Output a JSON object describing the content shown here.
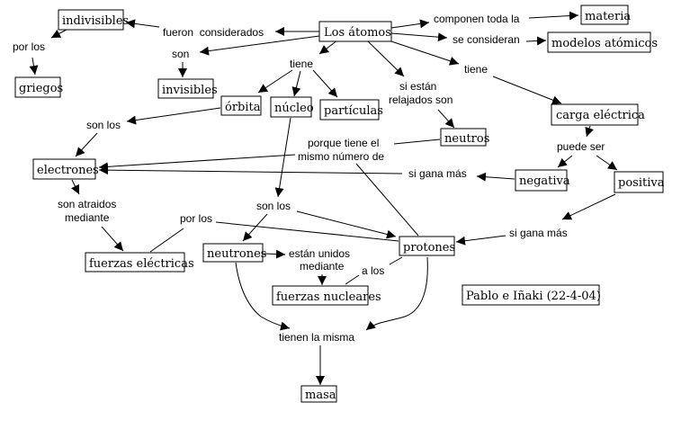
{
  "title": "Los átomos",
  "nodes": {
    "atomos": "Los átomos",
    "indivisibles": "indivisibles",
    "griegos": "griegos",
    "invisibles": "invisibles",
    "materia": "materia",
    "modelos": "modelos atómicos",
    "orbita": "órbita",
    "nucleo": "núcleo",
    "particulas": "partículas",
    "neutros": "neutros",
    "carga": "carga eléctrica",
    "electrones": "electrones",
    "negativa": "negativa",
    "positiva": "positiva",
    "fuerzas_electricas": "fuerzas eléctricas",
    "neutrones": "neutrones",
    "protones": "protones",
    "fuerzas_nucleares": "fuerzas nucleares",
    "masa": "masa",
    "credits": "Pablo e Iñaki (22-4-04)"
  },
  "links": {
    "fueron_considerados": "fueron  considerados",
    "por_los_1": "por los",
    "son_1": "son",
    "componen": "componen toda la",
    "se_consideran": "se consideran",
    "tiene_1": "tiene",
    "tiene_2": "tiene",
    "si_estan_1": "si están",
    "si_estan_2": "relajados son",
    "son_los_1": "son los",
    "porque_1": "porque tiene el",
    "porque_2": "mismo número de",
    "puede_ser": "puede ser",
    "si_gana_1": "si gana más",
    "si_gana_2": "si gana más",
    "son_atraidos_1": "son atraidos",
    "son_atraidos_2": "mediante",
    "por_los_2": "por los",
    "son_los_2": "son los",
    "estan_unidos_1": "están unidos",
    "estan_unidos_2": "mediante",
    "a_los": "a los",
    "tienen_la_misma": "tienen la misma"
  }
}
